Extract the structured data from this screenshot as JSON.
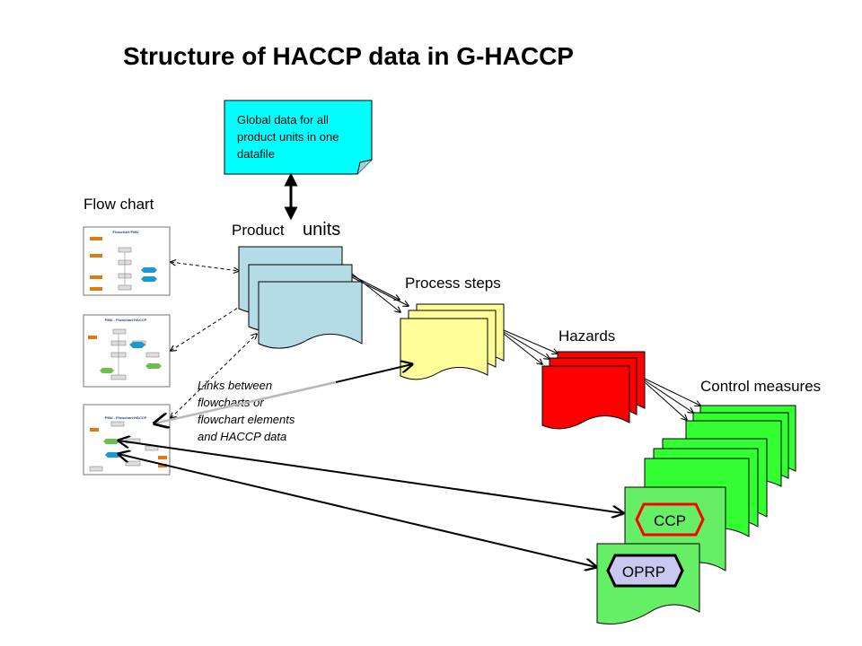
{
  "title": "Structure of HACCP data in G-HACCP",
  "global_note": {
    "lines": [
      "Global data for all",
      "product units in one",
      "datafile"
    ]
  },
  "labels": {
    "flow_chart": "Flow chart",
    "product_units_a": "Product",
    "product_units_b": "units",
    "process_steps": "Process steps",
    "hazards": "Hazards",
    "control_measures": "Control measures"
  },
  "links_note": {
    "lines": [
      "Links between",
      "flowcharts  or",
      "flowchart elements",
      "and  HACCP data"
    ]
  },
  "badges": {
    "ccp": "CCP",
    "oprp": "OPRP"
  },
  "colors": {
    "global_note_fill": "#00ffff",
    "product_unit_fill": "#b4dce6",
    "process_step_fill": "#ffff99",
    "hazard_fill": "#ff0000",
    "control_measure_fill": "#33ff33",
    "ccp_border": "#ff0000",
    "oprp_fill": "#c8c8f0"
  },
  "icons": {
    "thumbnails": [
      "flowchart-thumbnail-1",
      "flowchart-thumbnail-2",
      "flowchart-thumbnail-3"
    ]
  }
}
